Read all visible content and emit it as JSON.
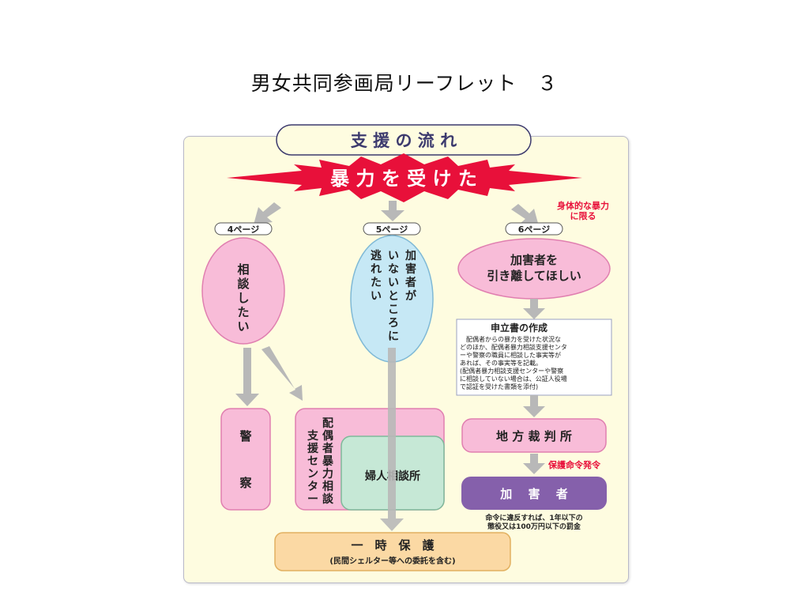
{
  "page": {
    "title": "男女共同参画局リーフレット　３"
  },
  "heading": "支 援 の 流 れ",
  "event": "暴 力 を 受 け た",
  "note_physical": [
    "身体的な暴力",
    "に限る"
  ],
  "pages": {
    "p4": "4ページ",
    "p5": "5ページ",
    "p6": "6ページ"
  },
  "consult": [
    "相",
    "談",
    "し",
    "た",
    "い"
  ],
  "escape": {
    "col1": [
      "加",
      "害",
      "者",
      "が"
    ],
    "col2": [
      "い",
      "な",
      "い",
      "と",
      "こ",
      "ろ",
      "に"
    ],
    "col3": [
      "逃",
      "れ",
      "た",
      "い"
    ]
  },
  "separate": [
    "加害者を",
    "引き離してほしい"
  ],
  "petition": {
    "title": "申立書の作成",
    "lines": [
      "配偶者からの暴力を受けた状況な",
      "どのほか、配偶者暴力相談支援センタ",
      "ーや警察の職員に相談した事実等が",
      "あれば、その事実等を記載。",
      "(配偶者暴力相談支援センターや警察",
      "に相談していない場合は、公証人役場",
      "で認証を受けた書類を添付)"
    ]
  },
  "police": [
    "警",
    "察"
  ],
  "spousal_center": {
    "col1": [
      "配",
      "偶",
      "者",
      "暴",
      "力",
      "相",
      "談"
    ],
    "col2": [
      "支",
      "援",
      "セ",
      "ン",
      "タ",
      "ー"
    ]
  },
  "womens_office": "婦人相談所",
  "court": "地 方 裁 判 所",
  "protection_order": "保護命令発令",
  "perpetrator": "加　 害　 者",
  "penalty": [
    "命令に違反すれば、1年以下の",
    "懲役又は100万円以下の罰金"
  ],
  "shelter": {
    "title": "一　時　保　護",
    "sub": "(民間シェルター等への委託を含む)"
  },
  "colors": {
    "pink": "#f8bcd8",
    "pink_border": "#e07fb0",
    "blue": "#c6e8f5",
    "green": "#c6e8d6",
    "purple": "#8560ab",
    "orange": "#fbd9a4",
    "red": "#e8103a",
    "arrow": "#b8b8b8",
    "navy": "#3c3a6e"
  }
}
